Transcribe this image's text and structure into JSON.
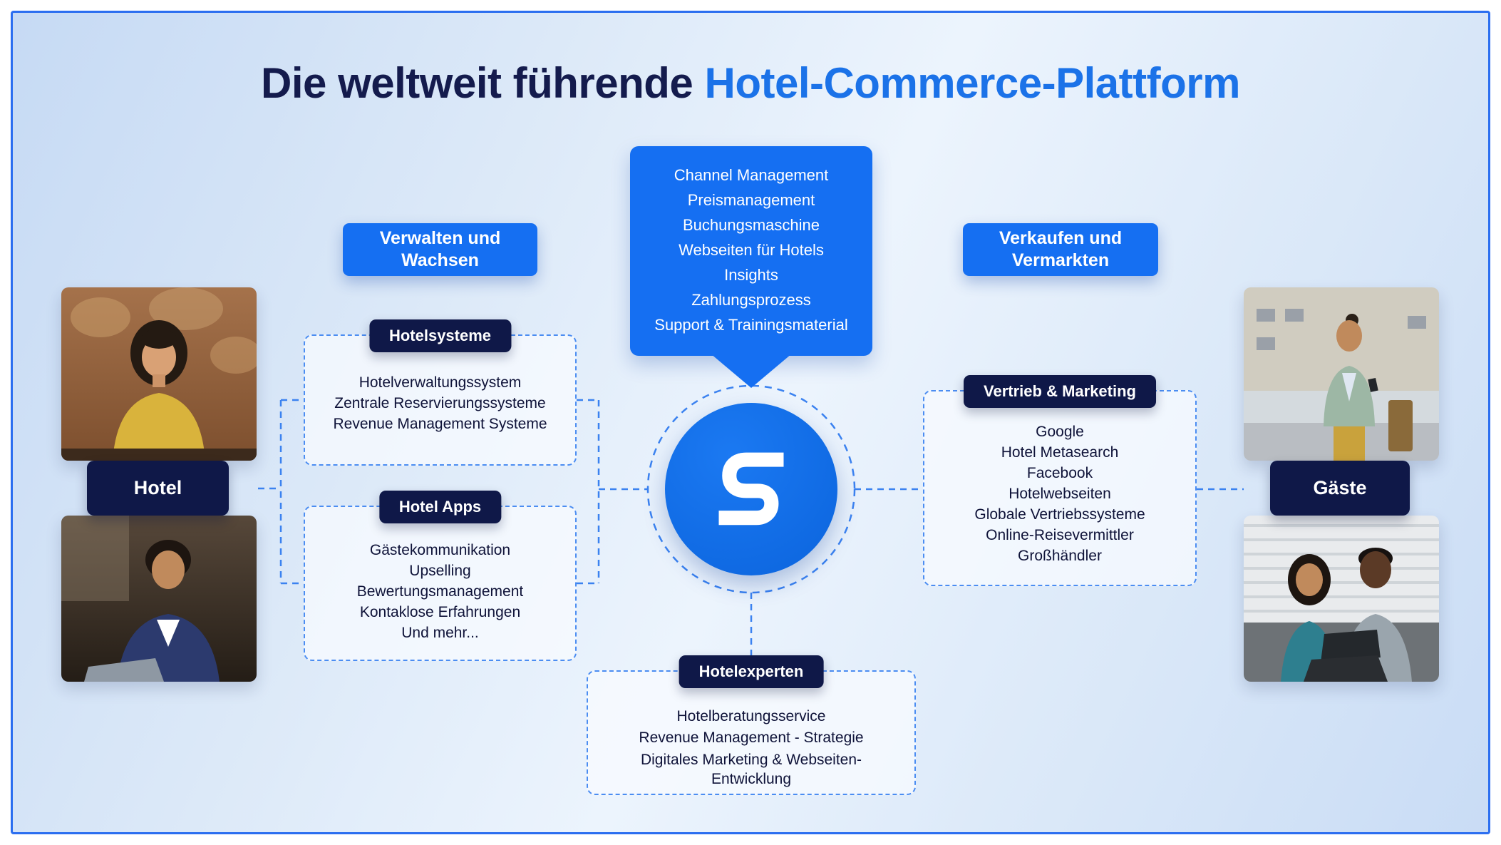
{
  "title": {
    "prefix": "Die weltweit führende ",
    "highlight": "Hotel-Commerce-Plattform"
  },
  "colors": {
    "accent_blue": "#156ff2",
    "navy": "#0f1848",
    "circle_blue": "#0d6ce9",
    "dashed_line": "#3b82f0",
    "title_navy": "#141b4d",
    "title_blue": "#1b72e8"
  },
  "center": {
    "logo_icon": "siteminder-logo",
    "features": [
      "Channel Management",
      "Preismanagement",
      "Buchungsmaschine",
      "Webseiten für Hotels",
      "Insights",
      "Zahlungsprozess",
      "Support & Trainingsmaterial"
    ]
  },
  "left": {
    "category": "Verwalten und Wachsen",
    "photo_label": "Hotel",
    "hotelsysteme": {
      "title": "Hotelsysteme",
      "items": [
        "Hotelverwaltungssystem",
        "Zentrale Reservierungssysteme",
        "Revenue Management Systeme"
      ]
    },
    "hotelapps": {
      "title": "Hotel Apps",
      "items": [
        "Gästekommunikation",
        "Upselling",
        "Bewertungsmanagement",
        "Kontaklose Erfahrungen",
        "Und mehr..."
      ]
    }
  },
  "right": {
    "category": "Verkaufen und Vermarkten",
    "photo_label": "Gäste",
    "vertrieb": {
      "title": "Vertrieb & Marketing",
      "items": [
        "Google",
        "Hotel Metasearch",
        "Facebook",
        "Hotelwebseiten",
        "Globale Vertriebssysteme",
        "Online-Reisevermittler",
        "Großhändler"
      ]
    }
  },
  "bottom": {
    "hotelexperten": {
      "title": "Hotelexperten",
      "items": [
        "Hotelberatungsservice",
        "Revenue Management - Strategie",
        "Digitales Marketing & Webseiten-Entwicklung"
      ]
    }
  }
}
